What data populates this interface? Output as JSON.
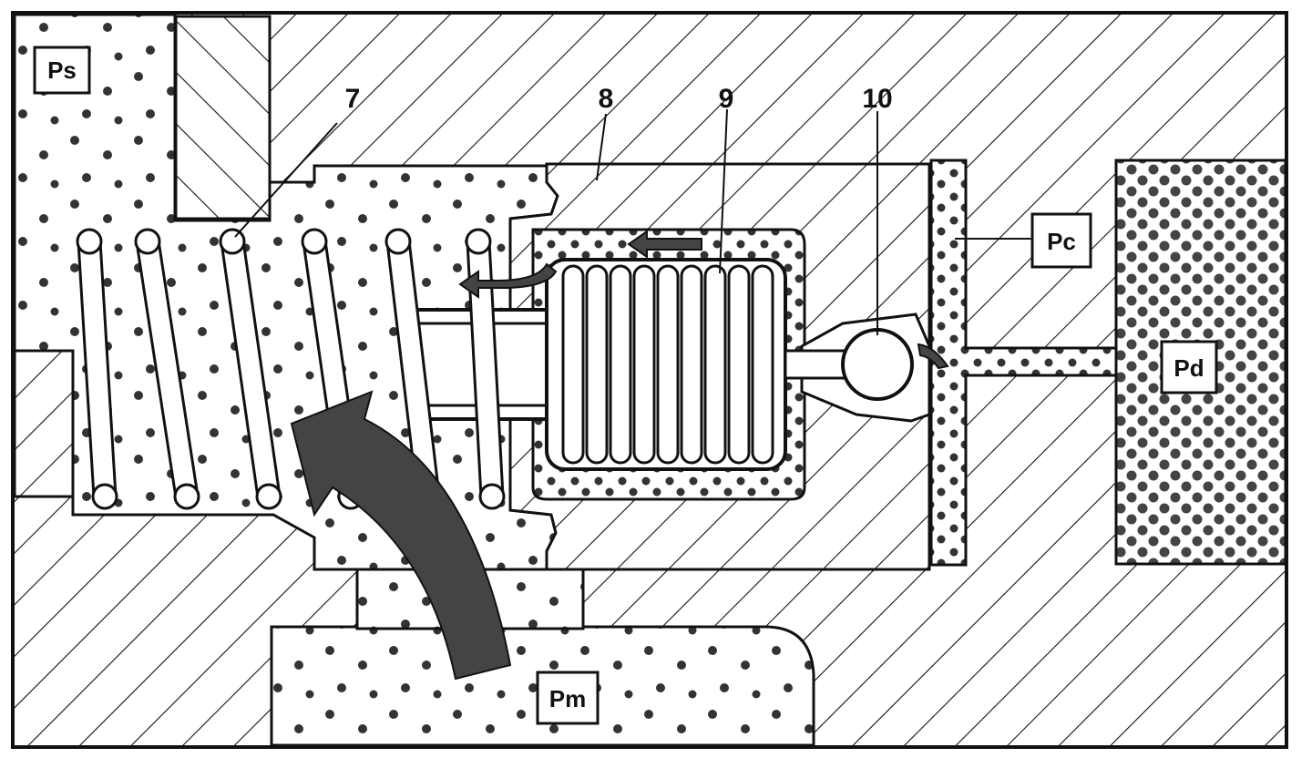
{
  "diagram": {
    "region_labels": {
      "supply": "Ps",
      "main": "Pm",
      "control": "Pc",
      "discharge": "Pd"
    },
    "callouts": {
      "spring": "7",
      "valve_body": "8",
      "bellows": "9",
      "ball_valve": "10"
    }
  }
}
